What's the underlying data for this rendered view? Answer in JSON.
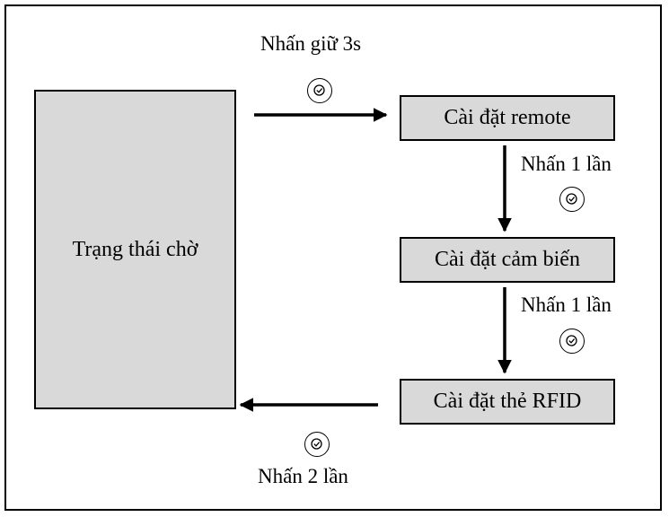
{
  "diagram": {
    "states": {
      "idle": "Trạng thái chờ",
      "remote": "Cài đặt remote",
      "sensor": "Cài đặt cảm biến",
      "rfid": "Cài đặt thẻ RFID"
    },
    "transitions": {
      "hold_3s": "Nhấn giữ 3s",
      "press_once_1": "Nhấn 1 lần",
      "press_once_2": "Nhấn 1 lần",
      "press_twice": "Nhấn 2 lần"
    },
    "icons": {
      "button": "button-check-icon"
    }
  }
}
